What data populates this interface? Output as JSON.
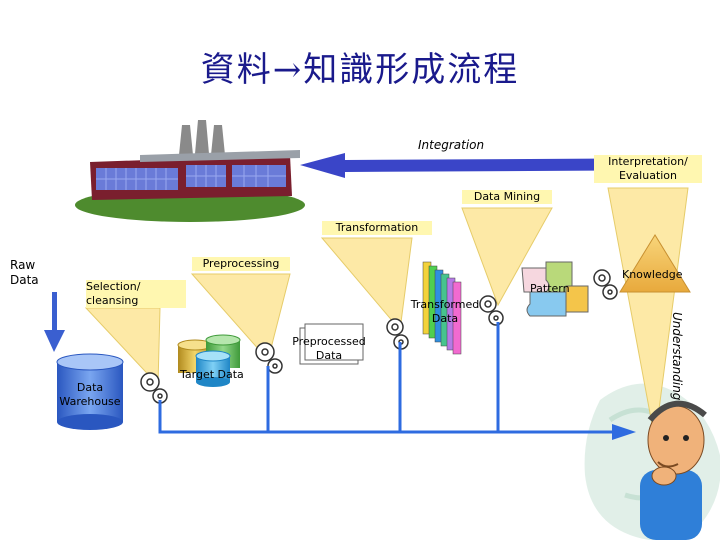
{
  "title": "資料→知識形成流程",
  "labels": {
    "integration": "Integration",
    "interpretation": "Interpretation/ Evaluation",
    "data_mining": "Data Mining",
    "transformation": "Transformation",
    "preprocessing": "Preprocessing",
    "selection": "Selection/ cleansing",
    "raw_data": "Raw Data",
    "data_warehouse": "Data Warehouse",
    "target_data": "Target Data",
    "preprocessed_data": "Preprocessed Data",
    "transformed_data": "Transformed Data",
    "pattern": "Pattern",
    "knowledge": "Knowledge",
    "understanding": "Understanding"
  },
  "colors": {
    "title": "#1a1a8c",
    "label_box": "#fff7b0",
    "arrow_blue": "#3a45c8",
    "line_blue": "#2e6be0",
    "warehouse": "#3b6fd8",
    "funnel": "#fde9a6",
    "knowledge_triangle": "#f4c25a",
    "puzzle": [
      "#f6d7df",
      "#b9d97a",
      "#88c9ef",
      "#f4c54a"
    ],
    "transformed_stack": [
      "#f2d23a",
      "#4fcf4f",
      "#2f8fe0",
      "#46c48e",
      "#b57ae6",
      "#f26ad0"
    ]
  },
  "icons": [
    "factory-icon",
    "gear-icon",
    "database-icon",
    "puzzle-icon",
    "thinker-icon",
    "dragon-watermark-icon"
  ]
}
